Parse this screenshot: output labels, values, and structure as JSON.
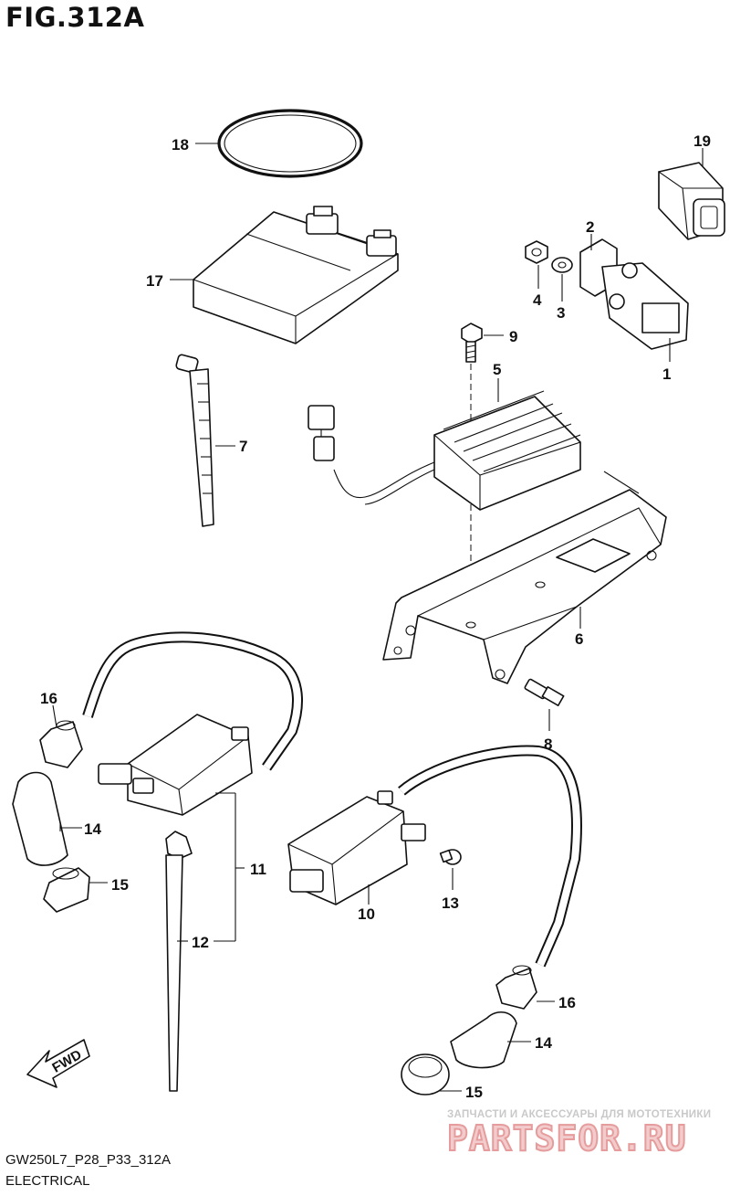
{
  "figure": {
    "title": "FIG.312A",
    "code": "GW250L7_P28_P33_312A",
    "section": "ELECTRICAL"
  },
  "direction_badge": {
    "label": "FWD",
    "icon": "fwd-arrow-icon"
  },
  "watermark": {
    "tagline": "ЗАПЧАСТИ И АКСЕССУАРЫ ДЛЯ МОТОТЕХНИКИ",
    "brand": "PARTSFOR.RU",
    "color": "#e69c9c"
  },
  "callouts": [
    {
      "id": "c18",
      "label": "18",
      "part": "o-ring"
    },
    {
      "id": "c17",
      "label": "17",
      "part": "ecm-unit"
    },
    {
      "id": "c19",
      "label": "19",
      "part": "connector"
    },
    {
      "id": "c2",
      "label": "2",
      "part": "starter-relay-cover"
    },
    {
      "id": "c4",
      "label": "4",
      "part": "nut"
    },
    {
      "id": "c3",
      "label": "3",
      "part": "washer"
    },
    {
      "id": "c1",
      "label": "1",
      "part": "starter-relay"
    },
    {
      "id": "c9",
      "label": "9",
      "part": "bolt"
    },
    {
      "id": "c5",
      "label": "5",
      "part": "regulator-rectifier"
    },
    {
      "id": "c7",
      "label": "7",
      "part": "cable-tie"
    },
    {
      "id": "c6",
      "label": "6",
      "part": "bracket"
    },
    {
      "id": "c8",
      "label": "8",
      "part": "bolt"
    },
    {
      "id": "c16a",
      "label": "16",
      "part": "plug-cap-seal"
    },
    {
      "id": "c14a",
      "label": "14",
      "part": "plug-cap"
    },
    {
      "id": "c15a",
      "label": "15",
      "part": "cap-cover"
    },
    {
      "id": "c11",
      "label": "11",
      "part": "ignition-coil-assy"
    },
    {
      "id": "c12",
      "label": "12",
      "part": "cable-tie"
    },
    {
      "id": "c10",
      "label": "10",
      "part": "ignition-coil"
    },
    {
      "id": "c13",
      "label": "13",
      "part": "screw"
    },
    {
      "id": "c16b",
      "label": "16",
      "part": "plug-cap-seal"
    },
    {
      "id": "c14b",
      "label": "14",
      "part": "plug-cap"
    },
    {
      "id": "c15b",
      "label": "15",
      "part": "cap-cover"
    }
  ]
}
